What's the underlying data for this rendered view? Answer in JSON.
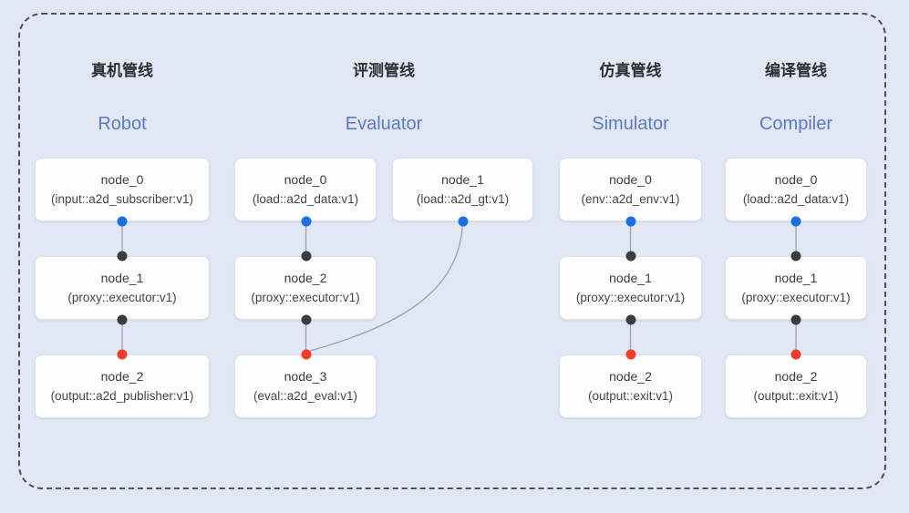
{
  "diagram_title": "pipeline-architecture-diagram",
  "colors": {
    "background": "#e1e7f5",
    "dashed_border": "#50505a",
    "node_background": "#fefefe",
    "node_border": "#e0e0e6",
    "node_text": "#3b3b42",
    "title_zh_text": "#2e2e33",
    "title_en_text": "#5b79ca",
    "wire": "#9aa0ad",
    "port_blue": "#1b6fe3",
    "port_black": "#3c3c3e",
    "port_red": "#f23c27"
  },
  "pipelines": [
    {
      "title_zh": "真机管线",
      "title_en": "Robot",
      "nodes": [
        {
          "name": "node_0",
          "type": "(input::a2d_subscriber:v1)"
        },
        {
          "name": "node_1",
          "type": "(proxy::executor:v1)"
        },
        {
          "name": "node_2",
          "type": "(output::a2d_publisher:v1)"
        }
      ]
    },
    {
      "title_zh": "评测管线",
      "title_en": "Evaluator",
      "nodes": [
        {
          "name": "node_0",
          "type": "(load::a2d_data:v1)"
        },
        {
          "name": "node_1",
          "type": "(load::a2d_gt:v1)"
        },
        {
          "name": "node_2",
          "type": "(proxy::executor:v1)"
        },
        {
          "name": "node_3",
          "type": "(eval::a2d_eval:v1)"
        }
      ]
    },
    {
      "title_zh": "仿真管线",
      "title_en": "Simulator",
      "nodes": [
        {
          "name": "node_0",
          "type": "(env::a2d_env:v1)"
        },
        {
          "name": "node_1",
          "type": "(proxy::executor:v1)"
        },
        {
          "name": "node_2",
          "type": "(output::exit:v1)"
        }
      ]
    },
    {
      "title_zh": "编译管线",
      "title_en": "Compiler",
      "nodes": [
        {
          "name": "node_0",
          "type": "(load::a2d_data:v1)"
        },
        {
          "name": "node_1",
          "type": "(proxy::executor:v1)"
        },
        {
          "name": "node_2",
          "type": "(output::exit:v1)"
        }
      ]
    }
  ]
}
